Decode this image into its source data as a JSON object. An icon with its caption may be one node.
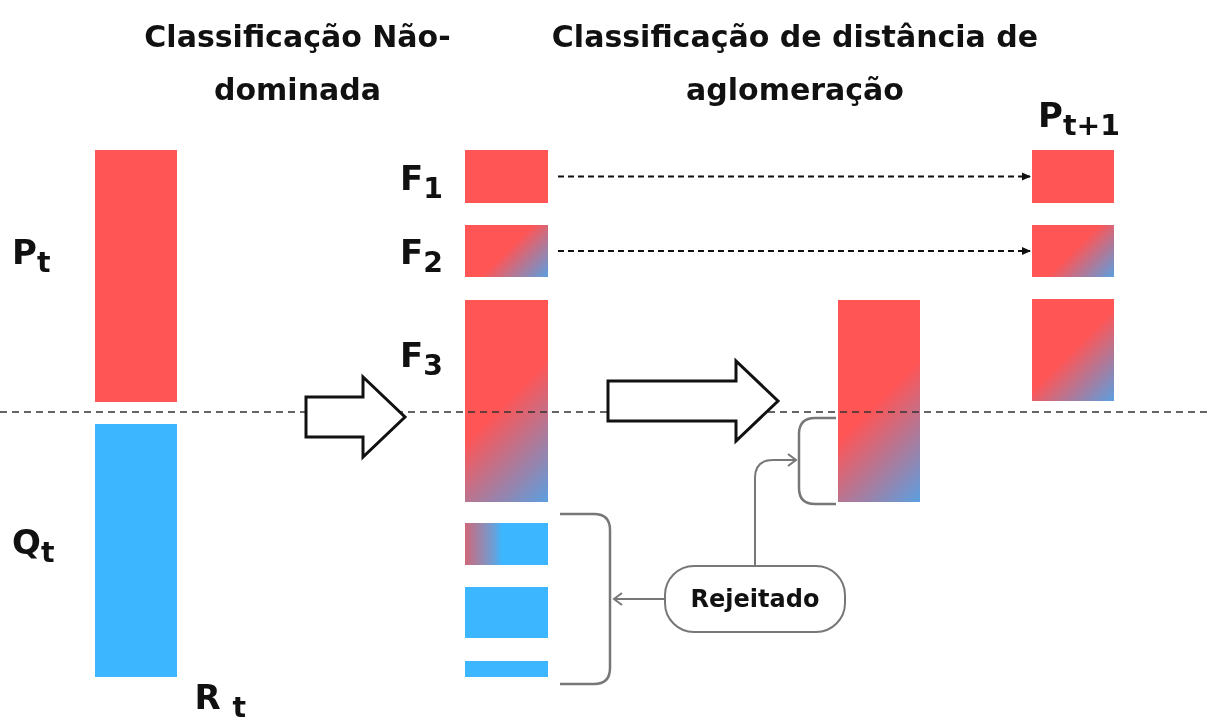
{
  "diagram": {
    "nodes": [
      {
        "text": [
          "R $_{t}$"
        ]
      },
      {
        "text": [],
        "shape": "bar",
        "in": 0,
        "beside": [
          "P$_{t}$"
        ]
      },
      {
        "text": [],
        "shape": "bar",
        "in": 0,
        "beside": [
          "Q$_{t}$"
        ]
      },
      {
        "text": [],
        "shape": "bar",
        "beside": [
          "F$_{1}$"
        ]
      },
      {
        "text": [],
        "shape": "bar",
        "beside": [
          "F$_{2}$"
        ]
      },
      {
        "text": [],
        "shape": "bar",
        "beside": [
          "F$_{3}$"
        ]
      },
      {
        "text": [],
        "shape": "bar"
      },
      {
        "text": [],
        "shape": "bar"
      },
      {
        "text": [],
        "shape": "bar"
      },
      {
        "text": [],
        "shape": "bar"
      },
      {
        "text": [
          "P$_{t+1}$"
        ]
      },
      {
        "text": [],
        "shape": "bar",
        "in": 10
      },
      {
        "text": [],
        "shape": "bar",
        "in": 10
      },
      {
        "text": [],
        "shape": "bar",
        "in": 10
      },
      {
        "text": [
          "Rejeitado"
        ]
      },
      {
        "text": [],
        "shape": "bracket"
      },
      {
        "text": [],
        "shape": "bracket"
      }
    ],
    "edges": [
      {
        "from": 0,
        "to": 5,
        "arrow": "to",
        "style": "thick"
      },
      {
        "from": 5,
        "to": 9,
        "arrow": "to",
        "style": "thick"
      },
      {
        "from": 3,
        "to": 11,
        "arrow": "to",
        "style": "dashed"
      },
      {
        "from": 4,
        "to": 12,
        "arrow": "to",
        "style": "dashed"
      },
      {
        "from": 14,
        "to": 15,
        "arrow": "to",
        "color": "#777777"
      },
      {
        "from": 14,
        "to": 16,
        "arrow": "to",
        "color": "#777777"
      }
    ],
    "labels": [
      "Classificação Não-dominada",
      "Classificação de distância de aglomeração"
    ]
  }
}
